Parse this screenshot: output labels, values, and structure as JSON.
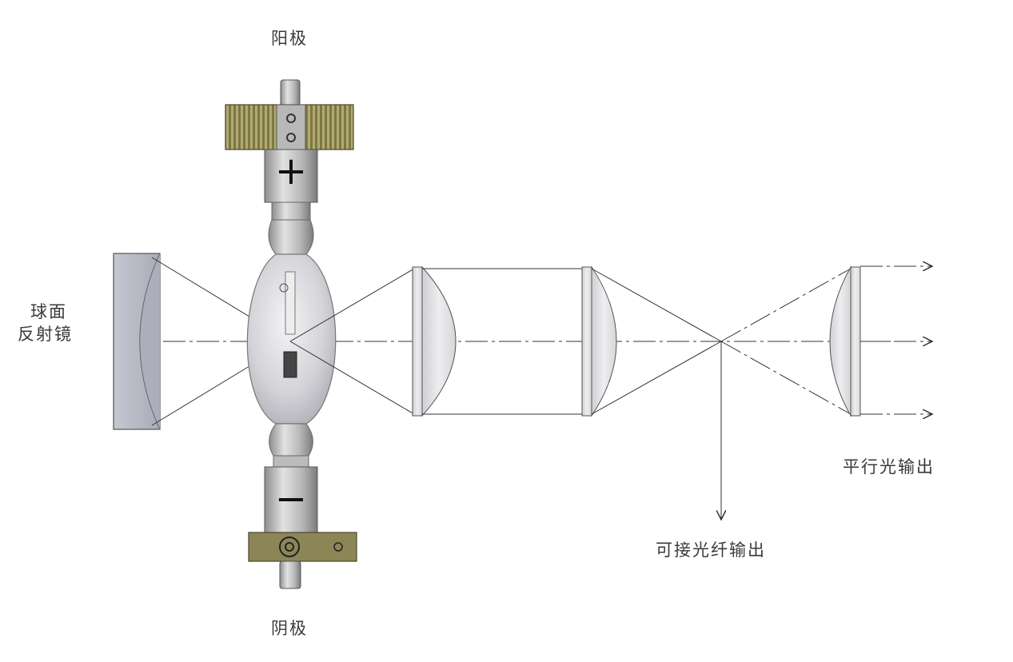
{
  "labels": {
    "anode": "阳极",
    "cathode": "阴极",
    "mirror_line1": "球面",
    "mirror_line2": "反射镜",
    "parallel_output": "平行光输出",
    "fiber_output": "可接光纤输出"
  },
  "symbols": {
    "anode_sign": "+",
    "cathode_sign": "−"
  },
  "colors": {
    "line": "#2b2b2b",
    "glass": "#d9d9de",
    "metal": "#a7a7a7",
    "gear": "#8a8452",
    "mirror": "#b9bac6"
  }
}
